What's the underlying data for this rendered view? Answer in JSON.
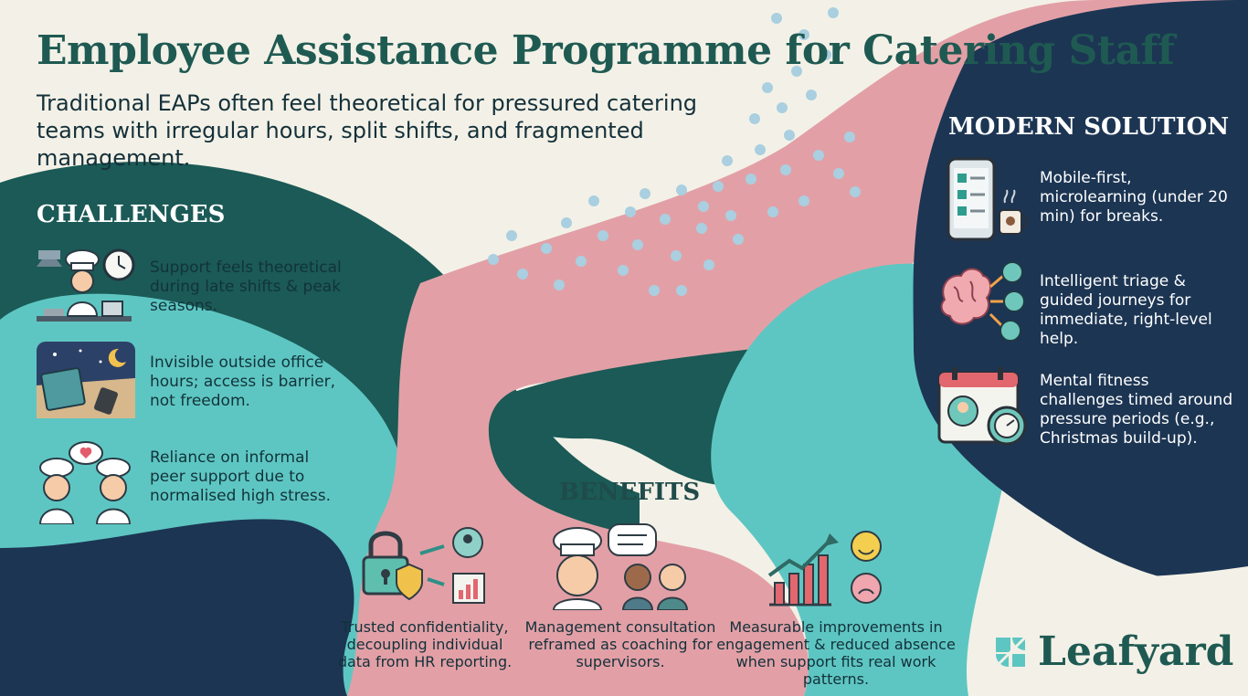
{
  "header": {
    "title": "Employee Assistance Programme for Catering Staff",
    "subtitle": "Traditional EAPs often feel theoretical for pressured catering teams with irregular hours, split shifts, and fragmented management."
  },
  "challenges": {
    "heading": "CHALLENGES",
    "items": [
      {
        "icon": "chef-kitchen-clock-icon",
        "text": "Support feels theoretical during late shifts & peak seasons."
      },
      {
        "icon": "night-book-phone-icon",
        "text": "Invisible outside office hours; access is barrier, not freedom."
      },
      {
        "icon": "peer-chefs-heart-icon",
        "text": "Reliance on informal peer support due to normalised high stress."
      }
    ]
  },
  "modern_solution": {
    "heading": "MODERN SOLUTION",
    "items": [
      {
        "icon": "mobile-checklist-coffee-icon",
        "text": "Mobile-first, microlearning (under 20 min) for breaks."
      },
      {
        "icon": "brain-triage-icon",
        "text": "Intelligent triage & guided journeys for immediate, right-level help."
      },
      {
        "icon": "calendar-timer-icon",
        "text": "Mental fitness challenges timed around pressure periods (e.g., Christmas build-up)."
      }
    ]
  },
  "benefits": {
    "heading": "BENEFITS",
    "items": [
      {
        "icon": "lock-shield-icon",
        "text": "Trusted confidentiality, decoupling individual data from HR reporting."
      },
      {
        "icon": "chef-coaching-icon",
        "text": "Management consultation reframed as coaching for supervisors."
      },
      {
        "icon": "growth-chart-faces-icon",
        "text": "Measurable improvements in engagement & reduced absence when support fits real work patterns."
      }
    ]
  },
  "brand": {
    "name": "Leafyard",
    "icon": "leaf-logo-icon"
  },
  "colors": {
    "navy": "#1c3553",
    "teal": "#5ec6c2",
    "dark_teal": "#1b5a56",
    "pink": "#e2a0a6",
    "cream": "#f3f1e7",
    "title_green": "#1f5a52"
  }
}
